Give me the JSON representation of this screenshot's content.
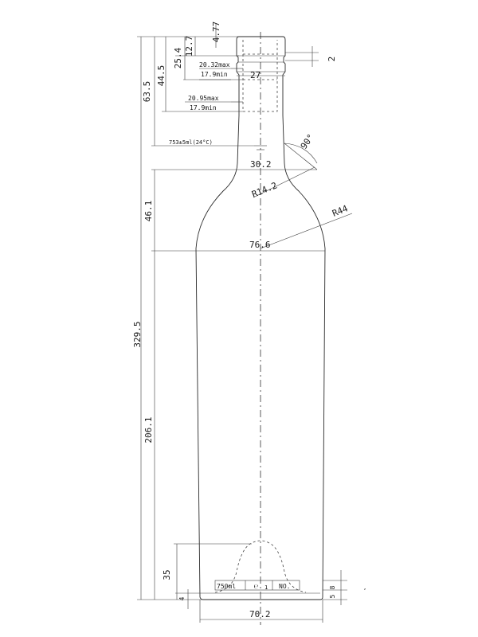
{
  "drawing": {
    "height_total": "329.5",
    "height_shoulder_to_top": "63.5",
    "height_neck_upper": "44.5",
    "height_finish": "25.4",
    "height_lip": "12.7",
    "height_top_ring": "4.77",
    "height_shoulder": "46.1",
    "height_body": "206.1",
    "height_punt": "35",
    "height_base": "4",
    "bore_top_max": "20.32max",
    "bore_top_min": "17.9min",
    "bore_low_max": "20.95max",
    "bore_low_min": "17.9min",
    "neck_diameter": "27",
    "side_gap": "2",
    "fill_level": "753±5ml(24°C)",
    "shoulder_top_diameter": "30.2",
    "shoulder_angle": "90°",
    "radius_small": "R14.2",
    "radius_large": "R44",
    "body_diameter": "76.6",
    "base_diameter": "70.2",
    "base_right_8": "8",
    "base_right_5": "5",
    "emboss_volume": "750ml",
    "emboss_symbol": "℮",
    "emboss_mark": "1",
    "emboss_no": "NO."
  }
}
